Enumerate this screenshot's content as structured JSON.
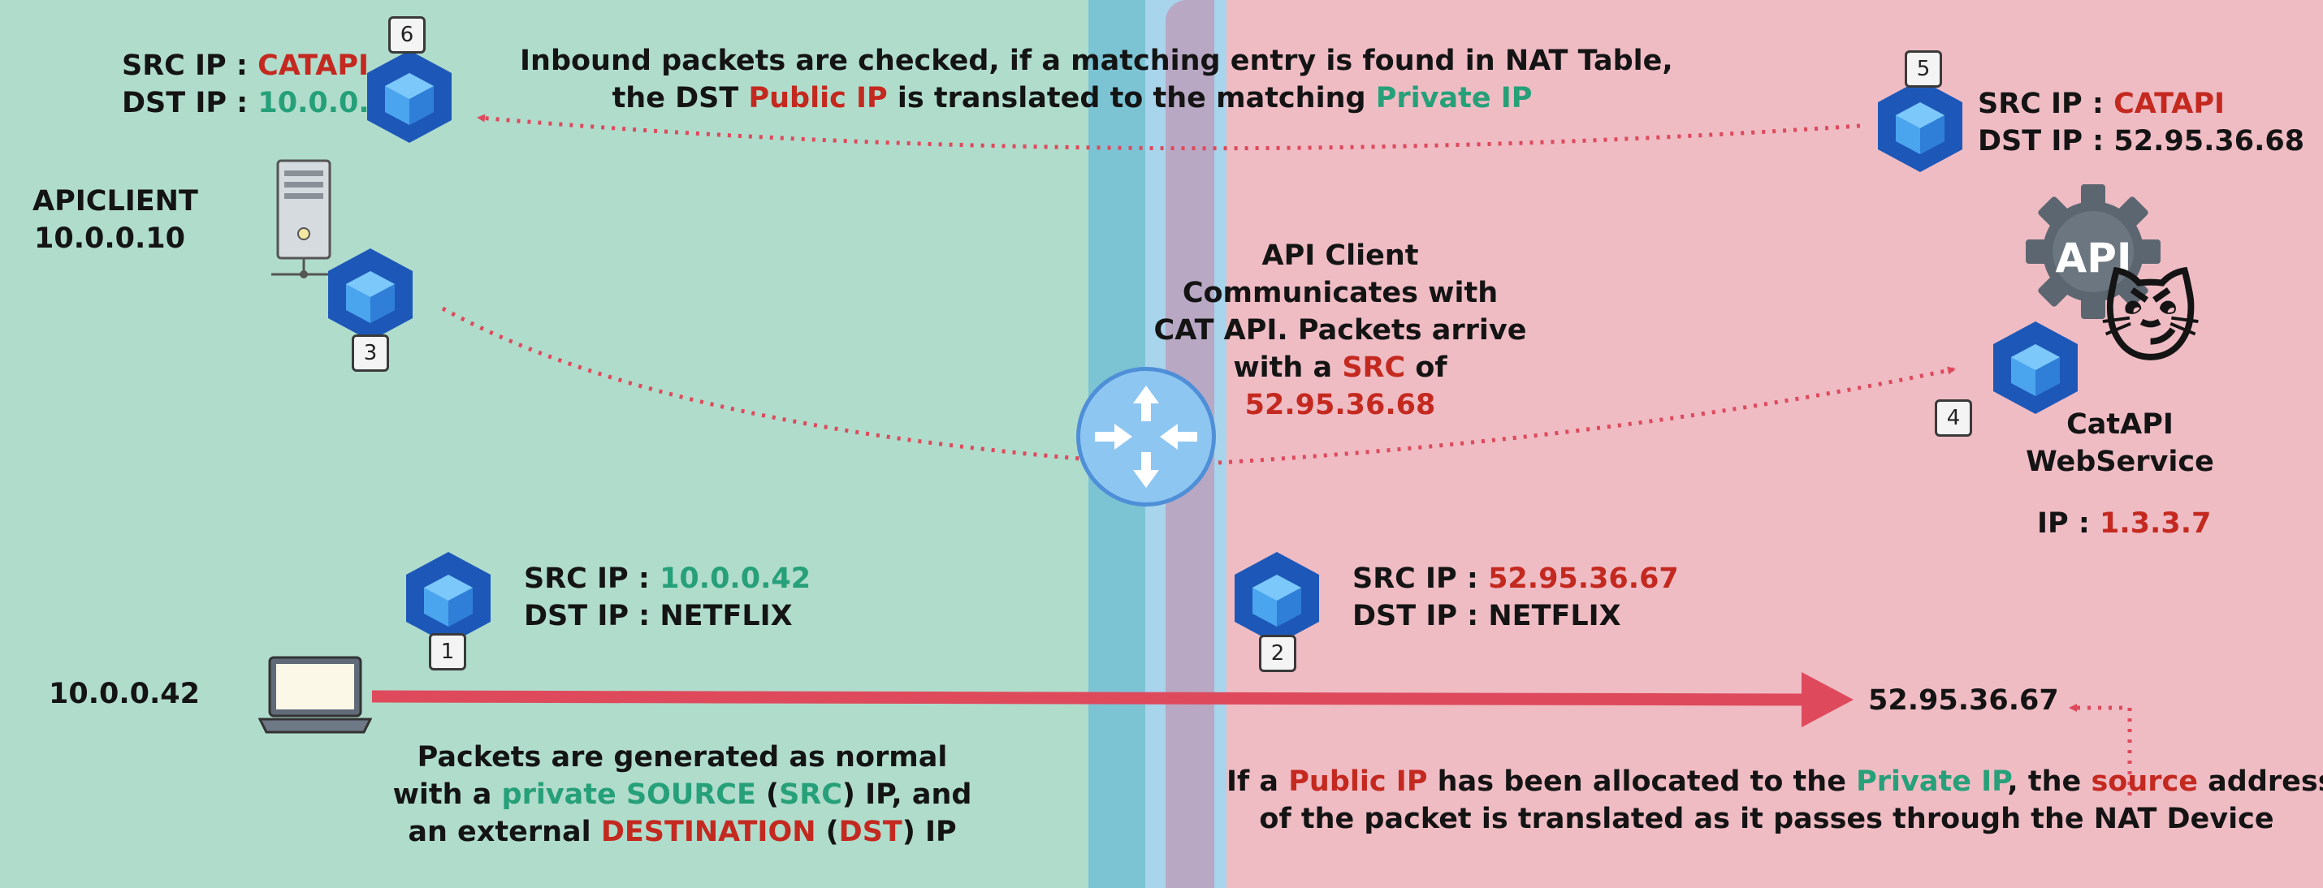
{
  "title_inbound": {
    "line1": "Inbound packets are checked, if a matching entry is found in NAT Table,",
    "line2_a": "the DST ",
    "line2_b": "Public IP",
    "line2_c": " is translated to the matching ",
    "line2_d": "Private IP"
  },
  "packet6": {
    "badge": "6",
    "src_label": "SRC IP : ",
    "src_value": "CATAPI",
    "dst_label": "DST IP : ",
    "dst_value": "10.0.0.10"
  },
  "packet5": {
    "badge": "5",
    "src_label": "SRC IP : ",
    "src_value": "CATAPI",
    "dst_label": "DST IP : ",
    "dst_value": "52.95.36.68"
  },
  "apiclient": {
    "name": "APICLIENT",
    "ip": "10.0.0.10",
    "badge": "3"
  },
  "api_client_text": {
    "line1": "API Client",
    "line2": "Communicates with",
    "line3": "CAT API. Packets arrive",
    "line4_a": "with a ",
    "line4_b": "SRC",
    "line4_c": " of",
    "line5": "52.95.36.68"
  },
  "catapi": {
    "badge": "4",
    "gear_text": "API",
    "emoji": "😼",
    "name_line1": "CatAPI",
    "name_line2": "WebService",
    "ip_label": "IP : ",
    "ip_value": "1.3.3.7"
  },
  "packet1": {
    "badge": "1",
    "src_label": "SRC IP : ",
    "src_value": "10.0.0.42",
    "dst_label": "DST IP : ",
    "dst_value": "NETFLIX"
  },
  "packet2": {
    "badge": "2",
    "src_label": "SRC IP : ",
    "src_value": "52.95.36.67",
    "dst_label": "DST IP : ",
    "dst_value": "NETFLIX"
  },
  "laptop": {
    "ip": "10.0.0.42"
  },
  "public_ip": "52.95.36.67",
  "left_caption": {
    "line1": "Packets are generated as normal",
    "line2_a": "with a ",
    "line2_b": "private SOURCE",
    "line2_c": " (",
    "line2_d": "SRC",
    "line2_e": ") IP, and",
    "line3_a": "an external ",
    "line3_b": "DESTINATION",
    "line3_c": " (",
    "line3_d": "DST",
    "line3_e": ") IP"
  },
  "right_caption": {
    "line1_a": "If a ",
    "line1_b": "Public IP",
    "line1_c": " has been allocated to the ",
    "line1_d": "Private IP",
    "line1_e": ", the ",
    "line1_f": "source",
    "line1_g": " address",
    "line2": "of the packet is translated as it passes through the NAT Device"
  },
  "colors": {
    "private_green": "#26a079",
    "public_red": "#c4291f",
    "arrow": "#de4a5c",
    "left_bg": "#b0dccc",
    "right_bg": "#efbcc4"
  }
}
